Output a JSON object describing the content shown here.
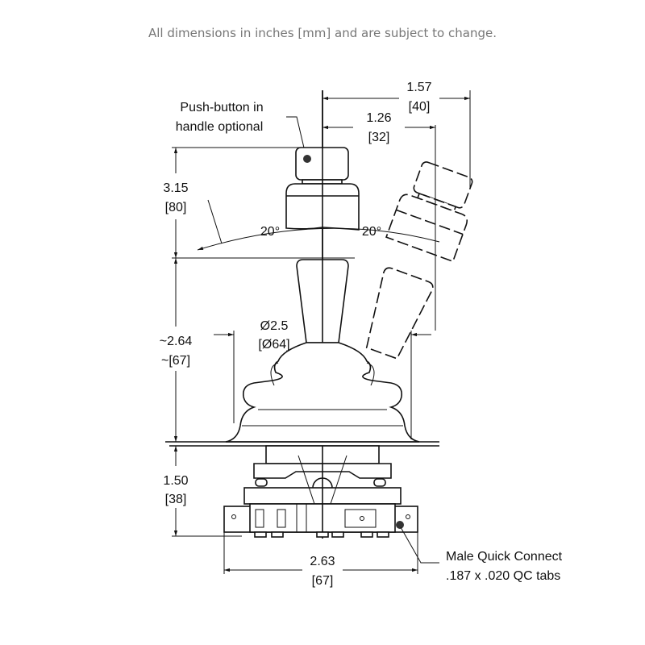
{
  "caption": "All dimensions in inches [mm] and are subject to change.",
  "labels": {
    "push_button_line1": "Push-button in",
    "push_button_line2": "handle optional",
    "quick_connect_line1": "Male Quick Connect",
    "quick_connect_line2": ".187 x .020 QC tabs"
  },
  "dimensions": {
    "tilt_width_outer": {
      "in": "1.57",
      "mm": "[40]"
    },
    "tilt_width_inner": {
      "in": "1.26",
      "mm": "[32]"
    },
    "handle_height": {
      "in": "3.15",
      "mm": "[80]"
    },
    "boot_diameter": {
      "in": "Ø2.5",
      "mm": "[Ø64]"
    },
    "boot_height": {
      "in": "~2.64",
      "mm": "~[67]"
    },
    "base_height": {
      "in": "1.50",
      "mm": "[38]"
    },
    "base_width": {
      "in": "2.63",
      "mm": "[67]"
    },
    "angle_left": "20°",
    "angle_right": "20°"
  }
}
